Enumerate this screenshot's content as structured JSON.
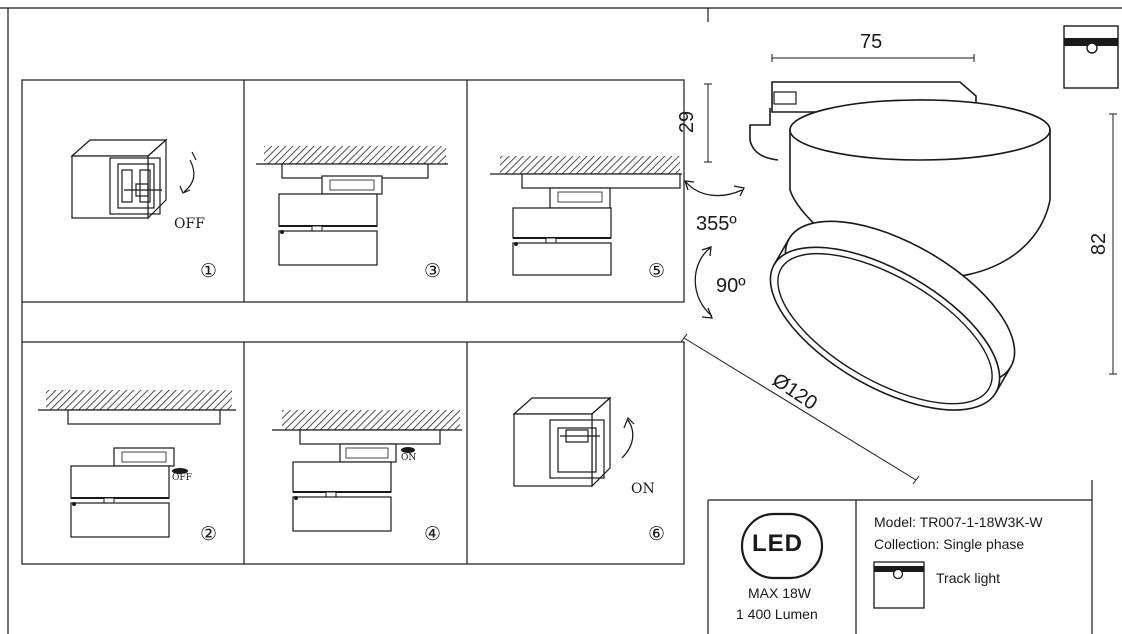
{
  "steps": [
    {
      "number": "①",
      "switch_state": "OFF"
    },
    {
      "number": "②",
      "switch_state": "OFF"
    },
    {
      "number": "③"
    },
    {
      "number": "④",
      "switch_state": "ON"
    },
    {
      "number": "⑤"
    },
    {
      "number": "⑥",
      "switch_state": "ON"
    }
  ],
  "dimensions": {
    "width": "75",
    "base_height": "29",
    "total_height": "82",
    "diameter": "Ø120",
    "rotation_horizontal": "355º",
    "rotation_vertical": "90º"
  },
  "info": {
    "led_badge": "LED",
    "max_power": "MAX 18W",
    "lumen": "1 400 Lumen",
    "model": "Model: TR007-1-18W3K-W",
    "collection": "Collection: Single phase",
    "type": "Track light"
  },
  "colors": {
    "line": "#1a1a1a",
    "hatch": "#333333"
  }
}
